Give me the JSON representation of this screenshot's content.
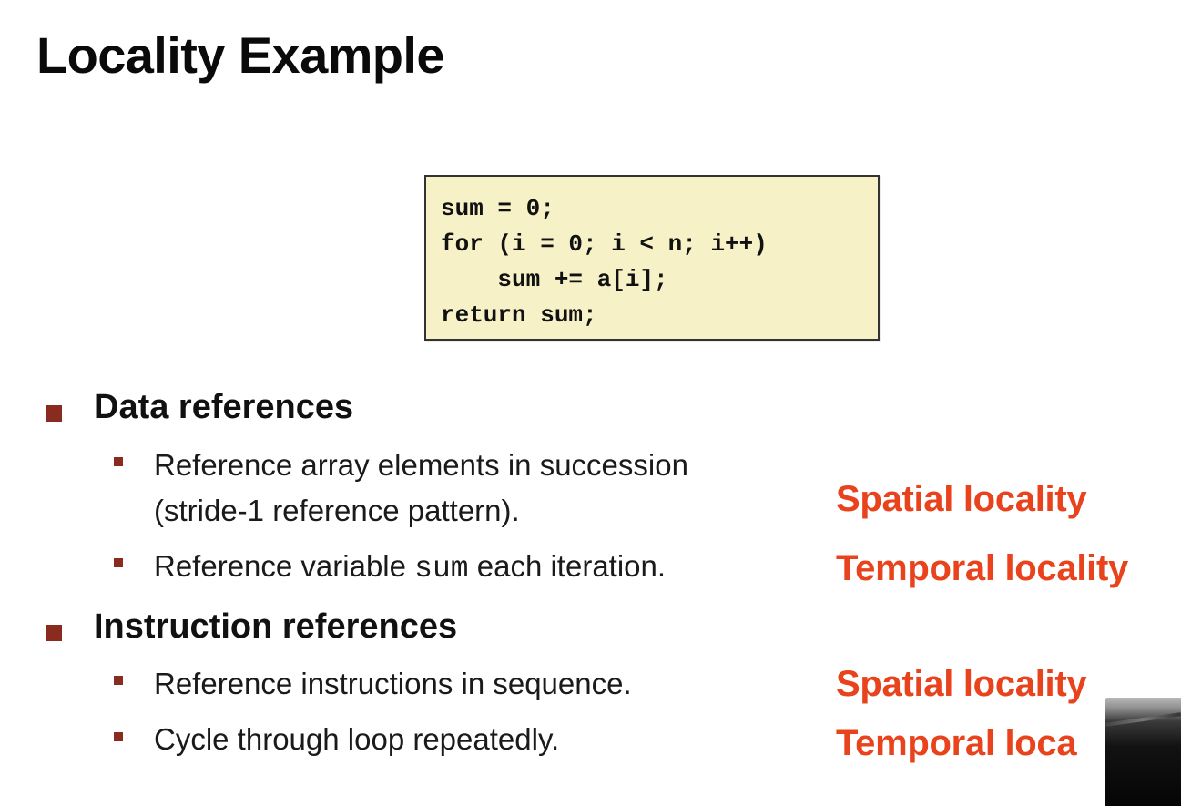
{
  "slide": {
    "title": "Locality Example",
    "code": {
      "lines": [
        "sum = 0;",
        "for (i = 0; i < n; i++)",
        "    sum += a[i];",
        "return sum;"
      ]
    },
    "sections": [
      {
        "heading": "Data references",
        "items": [
          {
            "line1": "Reference array elements in succession",
            "line2": "(stride-1 reference pattern).",
            "locality": "Spatial locality"
          },
          {
            "text_before": "Reference variable ",
            "code": "sum",
            "text_after": " each iteration.",
            "locality": "Temporal locality"
          }
        ]
      },
      {
        "heading": "Instruction references",
        "items": [
          {
            "text": "Reference instructions in sequence.",
            "locality": "Spatial locality"
          },
          {
            "text": "Cycle through loop repeatedly.",
            "locality": "Temporal loca"
          }
        ]
      }
    ],
    "colors": {
      "accent_orange": "#e8431c",
      "bullet_red": "#8a2b20",
      "code_bg": "#f6f1c7"
    }
  }
}
